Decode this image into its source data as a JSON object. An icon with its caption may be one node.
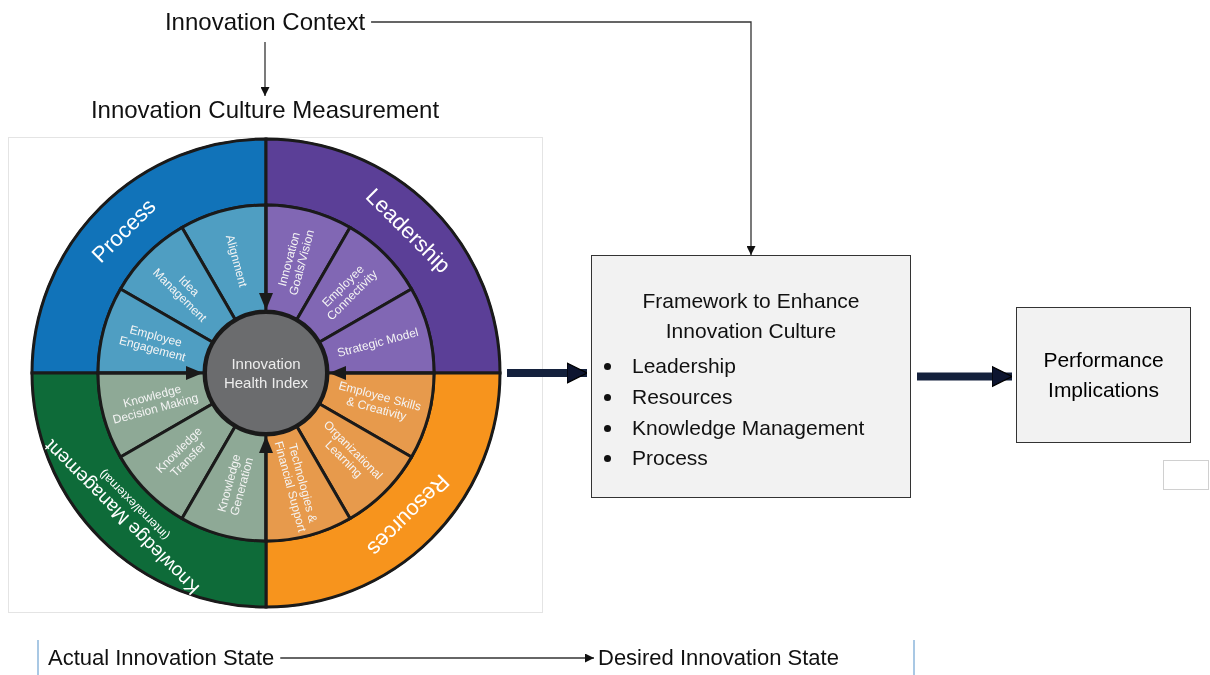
{
  "diagram": {
    "nodes": [
      {
        "text": [
          "Innovation Context"
        ]
      },
      {
        "text": [
          "Innovation Culture Measurement"
        ]
      },
      {
        "text": [],
        "shape": "circle"
      },
      {
        "text": [
          "Process"
        ],
        "in": 2
      },
      {
        "text": [
          "Leadership"
        ],
        "in": 2
      },
      {
        "text": [
          "Resources"
        ],
        "in": 2
      },
      {
        "text": [
          "Knowledge Management",
          "(internal/external)"
        ],
        "in": 2
      },
      {
        "text": [
          "Alignment"
        ],
        "in": 2
      },
      {
        "text": [
          "Idea Management"
        ],
        "in": 2
      },
      {
        "text": [
          "Employee Engagement"
        ],
        "in": 2
      },
      {
        "text": [
          "Innovation Goals/Vision"
        ],
        "in": 2
      },
      {
        "text": [
          "Employee Connectivity"
        ],
        "in": 2
      },
      {
        "text": [
          "Strategic Model"
        ],
        "in": 2
      },
      {
        "text": [
          "Innovation Health Index"
        ],
        "in": 2
      },
      {
        "text": [
          "Knowledge Decision Making"
        ],
        "in": 2
      },
      {
        "text": [
          "Knowledge Transfer"
        ],
        "in": 2
      },
      {
        "text": [
          "Knowledge Generation"
        ],
        "in": 2
      },
      {
        "text": [
          "Employee Skills & Creativity"
        ],
        "in": 2
      },
      {
        "text": [
          "Organizational Learning"
        ],
        "in": 2
      },
      {
        "text": [
          "Technologies & Financial Support"
        ],
        "in": 2
      },
      {
        "text": [
          "Framework to Enhance Innovation Culture",
          "Leadership",
          "Resources",
          "Knowledge Management",
          "Process"
        ]
      },
      {
        "text": [
          "Performance Implications"
        ]
      },
      {
        "text": [],
        "shape": "box"
      },
      {
        "text": [
          "Actual Innovation State"
        ]
      },
      {
        "text": [
          "Desired Innovation State"
        ]
      }
    ],
    "edges": [
      {
        "from": 0,
        "to": 1,
        "arrow": "to"
      },
      {
        "from": 0,
        "to": 20,
        "arrow": "to"
      },
      {
        "from": 2,
        "to": 20,
        "arrow": "to",
        "style": "thick"
      },
      {
        "from": 20,
        "to": 21,
        "arrow": "to",
        "style": "thick"
      },
      {
        "from": 23,
        "to": 24,
        "arrow": "to"
      }
    ]
  }
}
